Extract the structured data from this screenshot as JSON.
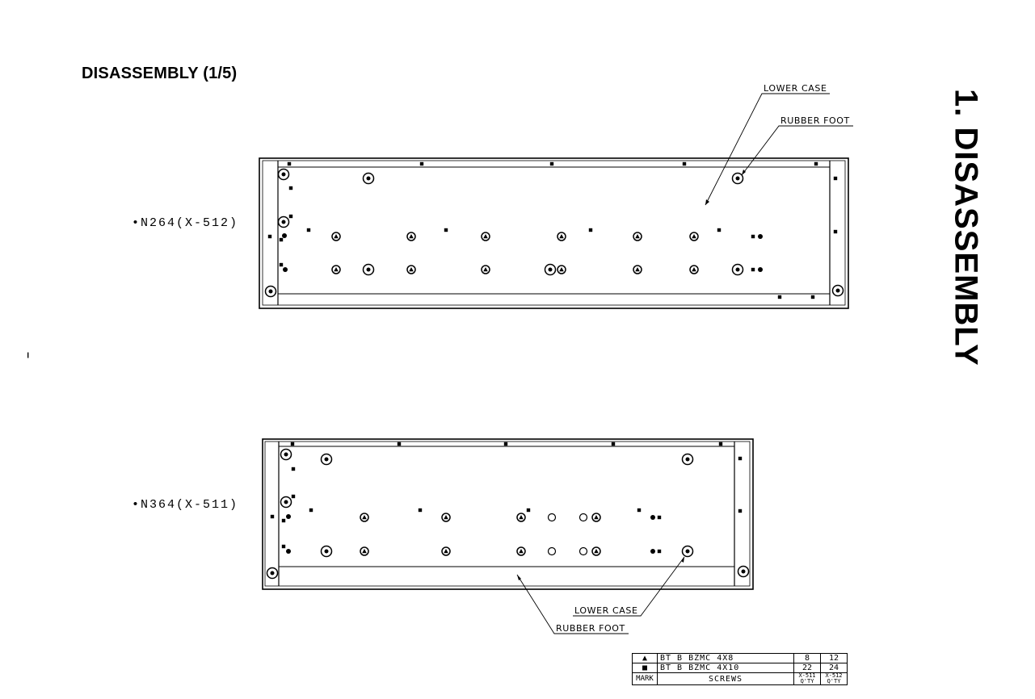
{
  "title": "DISASSEMBLY (1/5)",
  "side_label": "1. DISASSEMBLY",
  "page_mark": "–",
  "top_unit": {
    "model": "•N264(X-512)",
    "callouts": {
      "lower_case": "LOWER CASE",
      "rubber_foot": "RUBBER FOOT"
    }
  },
  "bottom_unit": {
    "model": "•N364(X-511)",
    "callouts": {
      "lower_case": "LOWER CASE",
      "rubber_foot": "RUBBER FOOT"
    }
  },
  "screw_table": {
    "rows": [
      {
        "mark": "▲",
        "screw": "BT B BZMC 4X8",
        "x511": "8",
        "x512": "12"
      },
      {
        "mark": "■",
        "screw": "BT B BZMC 4X10",
        "x511": "22",
        "x512": "24"
      }
    ],
    "footer": {
      "mark": "MARK",
      "screws": "SCREWS",
      "x511": "X-511 Q'TY",
      "x512": "X-512 Q'TY"
    }
  },
  "icons": [
    "triangle-screw-symbol",
    "square-screw-symbol",
    "rubber-foot-symbol"
  ]
}
